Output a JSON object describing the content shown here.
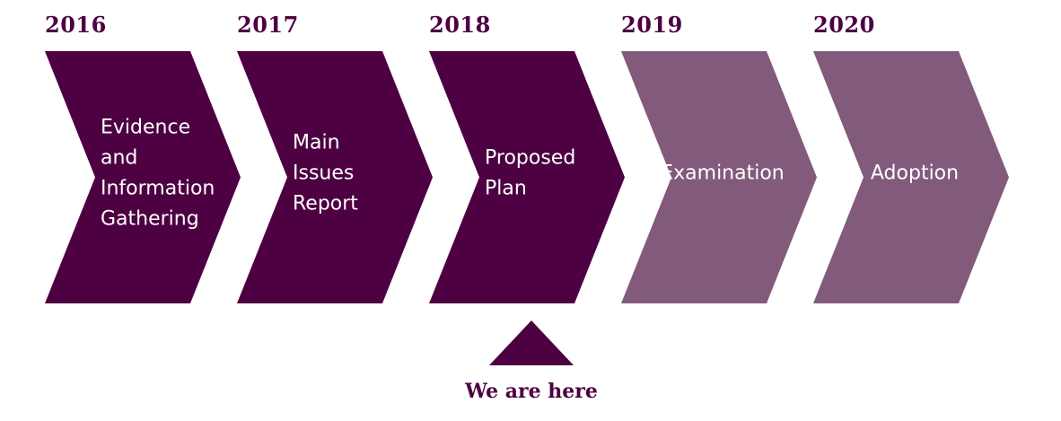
{
  "colors": {
    "past": "#4d0042",
    "future": "#825a7c",
    "text_dark": "#4d0042",
    "label_light": "#ffffff"
  },
  "steps": [
    {
      "year": "2016",
      "lines": [
        "Evidence",
        "and",
        "Information",
        "Gathering"
      ],
      "state": "past"
    },
    {
      "year": "2017",
      "lines": [
        "Main",
        "Issues",
        "Report"
      ],
      "state": "past"
    },
    {
      "year": "2018",
      "lines": [
        "Proposed",
        "Plan"
      ],
      "state": "past"
    },
    {
      "year": "2019",
      "lines": [
        "Examination"
      ],
      "state": "future"
    },
    {
      "year": "2020",
      "lines": [
        "Adoption"
      ],
      "state": "future"
    }
  ],
  "marker": {
    "label": "We are here",
    "step_index": 2,
    "icon": "triangle-up-icon"
  }
}
